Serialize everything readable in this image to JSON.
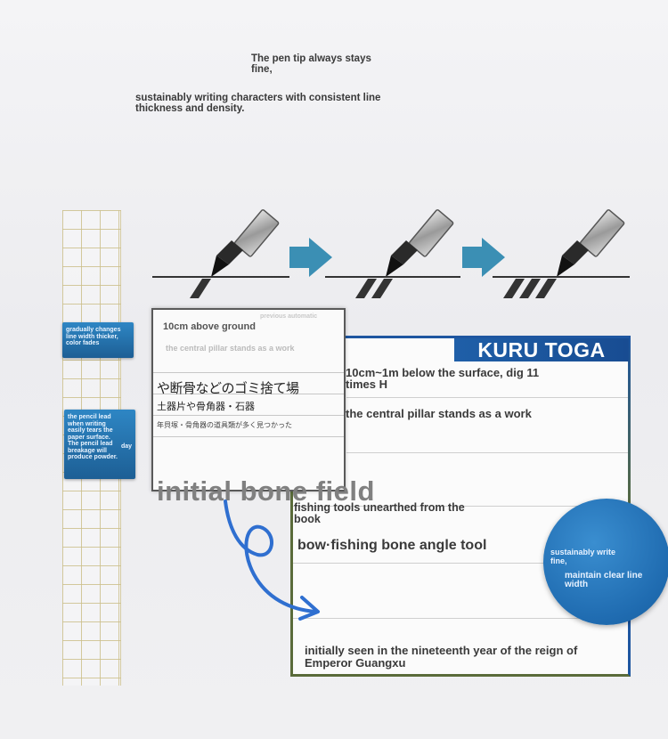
{
  "header": {
    "line1": "The pen tip always stays fine,",
    "line2": "sustainably writing characters with consistent line thickness and density."
  },
  "callouts": {
    "left_top": "gradually changes line width thicker, color fades",
    "left_bottom": "the pencil lead when writing easily tears the paper surface. The pencil lead breakage will produce powder.",
    "left_bottom_side": "day"
  },
  "sample_card": {
    "title": "10cm above ground",
    "faint_note": "previous automatic",
    "ghost_line": "the central pillar stands as a work",
    "handwriting_1": "や断骨などのゴミ捨て場",
    "handwriting_2": "土器片や骨角器・石器",
    "handwriting_3": "年貝塚・骨角器の道具類が多く見つかった"
  },
  "brand": {
    "name": "KURU TOGA"
  },
  "main_card": {
    "depth": "10cm~1m below the surface, dig 11 times H",
    "pillar": "the central pillar stands as a work",
    "pillar_ghost": "",
    "bone_field": "initial bone field",
    "tools": "fishing tools unearthed from the book",
    "bow": "bow·fishing bone angle tool",
    "guangxu": "initially seen in the nineteenth year of the reign of Emperor Guangxu"
  },
  "badge": {
    "line1": "sustainably write fine,",
    "line2": "maintain clear line width"
  },
  "colors": {
    "brand_blue": "#1f5fa8",
    "callout_blue": "#2e86c4",
    "arrow_blue": "#3b8fb4",
    "grid_tan": "#cdc08c",
    "card_border_olive": "#5a6b3a"
  },
  "icons": [
    "mechanical-pencil-icon",
    "right-arrow-icon",
    "swirl-arrow-icon"
  ]
}
